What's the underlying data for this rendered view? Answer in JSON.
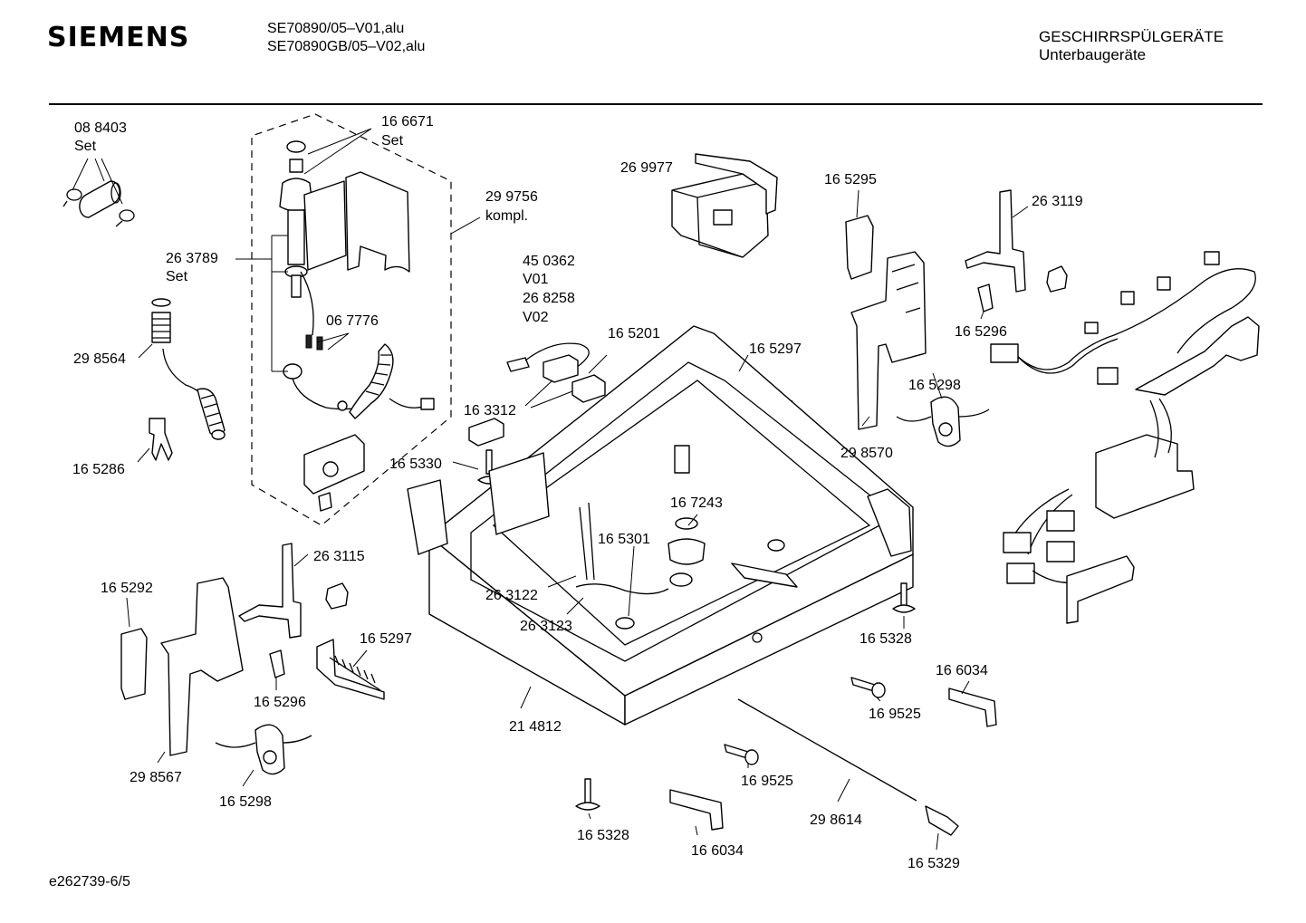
{
  "header": {
    "brand": "SIEMENS",
    "model_line_1": "SE70890/05–V01,alu",
    "model_line_2": "SE70890GB/05–V02,alu",
    "category": "GESCHIRRSPÜLGERÄTE",
    "subcategory": "Unterbaugeräte"
  },
  "footer": {
    "document_id": "e262739-6/5"
  },
  "parts": [
    {
      "id": "p088403",
      "number": "08 8403",
      "note": "Set"
    },
    {
      "id": "p166671",
      "number": "16 6671",
      "note": "Set"
    },
    {
      "id": "p299756",
      "number": "29 9756",
      "note": "kompl."
    },
    {
      "id": "p263789",
      "number": "26 3789",
      "note": "Set"
    },
    {
      "id": "p067776",
      "number": "06 7776"
    },
    {
      "id": "p298564",
      "number": "29 8564"
    },
    {
      "id": "p165286",
      "number": "16 5286"
    },
    {
      "id": "p450362",
      "number": "45 0362",
      "note": "V01"
    },
    {
      "id": "p268258",
      "number": "26 8258",
      "note": "V02"
    },
    {
      "id": "p165201",
      "number": "16 5201"
    },
    {
      "id": "p163312",
      "number": "16 3312"
    },
    {
      "id": "p165330",
      "number": "16 5330"
    },
    {
      "id": "p269977",
      "number": "26 9977"
    },
    {
      "id": "p165295",
      "number": "16 5295"
    },
    {
      "id": "p263119",
      "number": "26 3119"
    },
    {
      "id": "p165297a",
      "number": "16 5297"
    },
    {
      "id": "p165296a",
      "number": "16 5296"
    },
    {
      "id": "p165298a",
      "number": "16 5298"
    },
    {
      "id": "p298570",
      "number": "29 8570"
    },
    {
      "id": "p167243",
      "number": "16 7243"
    },
    {
      "id": "p165301",
      "number": "16 5301"
    },
    {
      "id": "p263115",
      "number": "26 3115"
    },
    {
      "id": "p165292",
      "number": "16 5292"
    },
    {
      "id": "p263122",
      "number": "26 3122"
    },
    {
      "id": "p263123",
      "number": "26 3123"
    },
    {
      "id": "p165297b",
      "number": "16 5297"
    },
    {
      "id": "p165296b",
      "number": "16 5296"
    },
    {
      "id": "p298567",
      "number": "29 8567"
    },
    {
      "id": "p165298b",
      "number": "16 5298"
    },
    {
      "id": "p214812",
      "number": "21 4812"
    },
    {
      "id": "p165328a",
      "number": "16 5328"
    },
    {
      "id": "p166034a",
      "number": "16 6034"
    },
    {
      "id": "p169525a",
      "number": "16 9525"
    },
    {
      "id": "p169525b",
      "number": "16 9525"
    },
    {
      "id": "p298614",
      "number": "29 8614"
    },
    {
      "id": "p165328b",
      "number": "16 5328"
    },
    {
      "id": "p166034b",
      "number": "16 6034"
    },
    {
      "id": "p165329",
      "number": "16 5329"
    }
  ]
}
